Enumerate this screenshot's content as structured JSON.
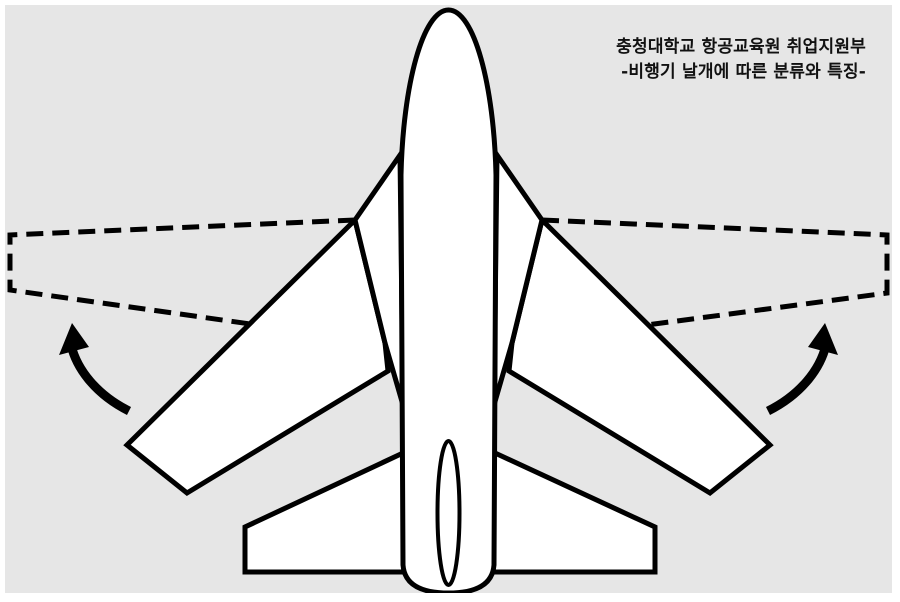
{
  "caption": {
    "line1": "충청대학교 항공교육원 취업지원부",
    "line2": "-비행기 날개에 따른 분류와 특징-"
  },
  "colors": {
    "background": "#e6e6e6",
    "ink": "#000000",
    "fill": "#ffffff"
  },
  "icons": {
    "left_arrow": "curved-arrow-up-left",
    "right_arrow": "curved-arrow-up-right"
  }
}
